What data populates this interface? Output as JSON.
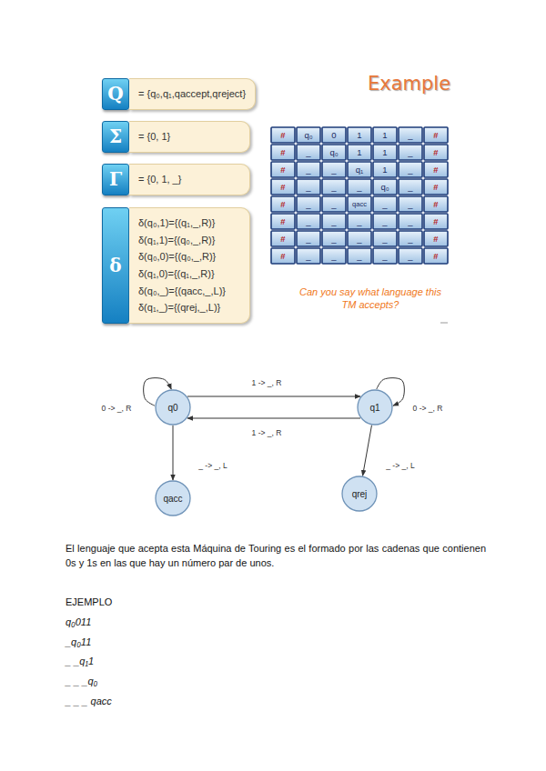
{
  "diagram": {
    "title": "Example",
    "nodes": [
      {
        "text": [
          "Q",
          "= {q₀,q₁,qaccept,qreject}"
        ]
      },
      {
        "text": [
          "Σ",
          "= {0, 1}"
        ]
      },
      {
        "text": [
          "Γ",
          "= {0, 1, _}"
        ]
      },
      {
        "text": [
          "δ",
          "δ(q₀,1)={(q₁,_,R)}",
          "δ(q₁,1)={(q₀,_,R)}",
          "δ(q₀,0)={(q₀,_,R)}",
          "δ(q₁,0)={(q₁,_,R)}",
          "δ(q₀,_)={(qacc,_,L)}",
          "δ(q₁,_)={(qrej,_,L)}"
        ]
      },
      {
        "text": [
          "q0"
        ]
      },
      {
        "text": [
          "q1"
        ]
      },
      {
        "text": [
          "qacc"
        ]
      },
      {
        "text": [
          "qrej"
        ]
      }
    ],
    "edges": [
      {
        "from": 4,
        "to": 5,
        "label": "1 -> _, R",
        "arrow": "to"
      },
      {
        "from": 5,
        "to": 4,
        "label": "1 -> _, R",
        "arrow": "to"
      },
      {
        "from": 4,
        "to": 4,
        "label": "0 -> _, R",
        "arrow": "to"
      },
      {
        "from": 5,
        "to": 5,
        "label": "0 -> _, R",
        "arrow": "to"
      },
      {
        "from": 4,
        "to": 6,
        "label": "_ -> _, L",
        "arrow": "to"
      },
      {
        "from": 5,
        "to": 7,
        "label": "_ -> _, L",
        "arrow": "to"
      }
    ],
    "labels": [
      "#",
      "q₀",
      "0",
      "1",
      "1",
      "_",
      "#",
      "#",
      "_",
      "q₀",
      "1",
      "1",
      "_",
      "#",
      "#",
      "_",
      "_",
      "q₁",
      "1",
      "_",
      "#",
      "#",
      "_",
      "_",
      "_",
      "q₀",
      "_",
      "#",
      "#",
      "_",
      "_",
      "qacc",
      "_",
      "_",
      "#",
      "#",
      "_",
      "_",
      "_",
      "_",
      "_",
      "#",
      "#",
      "_",
      "_",
      "_",
      "_",
      "_",
      "#",
      "#",
      "_",
      "_",
      "_",
      "_",
      "_",
      "#",
      "Can you say what language this TM accepts?",
      "El lenguaje que acepta esta Máquina de Touring es el formado por las cadenas que contienen 0s y 1s en las que hay un número par de unos.",
      "EJEMPLO",
      "q₀011",
      "_q₀11",
      "_ _q₁1",
      "_ _ _q₀",
      "_ _ _ qacc"
    ]
  }
}
